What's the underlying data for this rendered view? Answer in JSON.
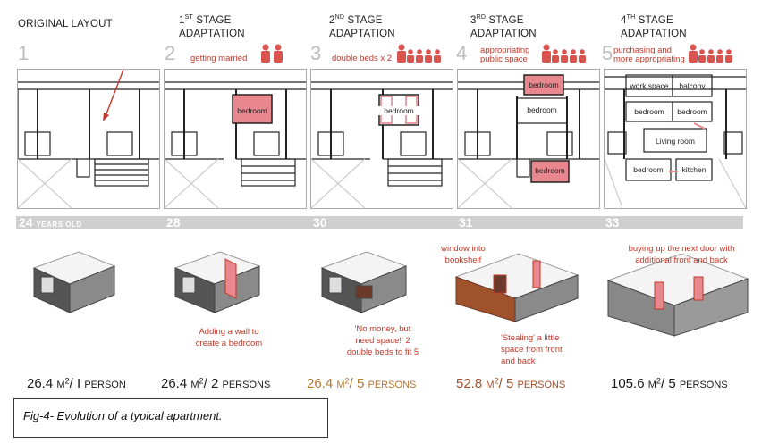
{
  "headers": [
    {
      "label": "ORIGINAL LAYOUT",
      "sup": "",
      "line1": "",
      "line2": ""
    },
    {
      "label": "",
      "sup": "ST",
      "line1": "1",
      "line1b": " STAGE",
      "line2": "ADAPTATION"
    },
    {
      "label": "",
      "sup": "ND",
      "line1": "2",
      "line1b": " STAGE",
      "line2": "ADAPTATION"
    },
    {
      "label": "",
      "sup": "RD",
      "line1": "3",
      "line1b": " STAGE",
      "line2": "ADAPTATION"
    },
    {
      "label": "",
      "sup": "TH",
      "line1": "4",
      "line1b": " STAGE",
      "line2": "ADAPTATION"
    }
  ],
  "stage_numbers": [
    "1",
    "2",
    "3",
    "4",
    "5"
  ],
  "stage_labels": {
    "s2": "getting married",
    "s3": "double beds x 2",
    "s4_line1": "appropriating",
    "s4_line2": "public space",
    "s5_line1": "purchasing and",
    "s5_line2": "more appropriating"
  },
  "rooms": {
    "bedroom": "bedroom",
    "work_space": "work space",
    "balcony": "balcony",
    "living_room": "Living room",
    "kitchen": "kitchen"
  },
  "ages": {
    "a1": "24",
    "a1_suffix": "YEARS OLD",
    "a2": "28",
    "a3": "30",
    "a4": "31",
    "a5": "33"
  },
  "captions": {
    "c2_l1": "Adding a wall to",
    "c2_l2": "create a bedroom",
    "c3_l1": "'No money, but",
    "c3_l2": "need space!' 2",
    "c3_l3": "double beds to fit 5",
    "c4a_l1": "window into",
    "c4a_l2": "bookshelf",
    "c4b_l1": "'Stealing' a little",
    "c4b_l2": "space from front",
    "c4b_l3": "and back",
    "c5_l1": "buying up the next door with",
    "c5_l2": "additional front and back"
  },
  "areas": [
    {
      "value": "26.4",
      "unit": "M",
      "sup": "2",
      "sep": "/ ",
      "count": "I",
      "persons": "PERSON"
    },
    {
      "value": "26.4",
      "unit": "M",
      "sup": "2",
      "sep": "/ ",
      "count": "2",
      "persons": "PERSONS"
    },
    {
      "value": "26.4",
      "unit": "M",
      "sup": "2",
      "sep": "/ ",
      "count": "5",
      "persons": "PERSONS"
    },
    {
      "value": "52.8",
      "unit": "M",
      "sup": "2",
      "sep": "/ ",
      "count": "5",
      "persons": "PERSONS"
    },
    {
      "value": "105.6",
      "unit": "M",
      "sup": "2",
      "sep": "/ ",
      "count": "5",
      "persons": "PERSONS"
    }
  ],
  "figure_caption": "Fig-4- Evolution of a typical apartment.",
  "colors": {
    "accent_red": "#c0392b",
    "room_fill": "#e8888e",
    "person_fill": "#d9534f",
    "brown_text": "#b7772f"
  },
  "person_counts": [
    0,
    2,
    5,
    5,
    5
  ]
}
